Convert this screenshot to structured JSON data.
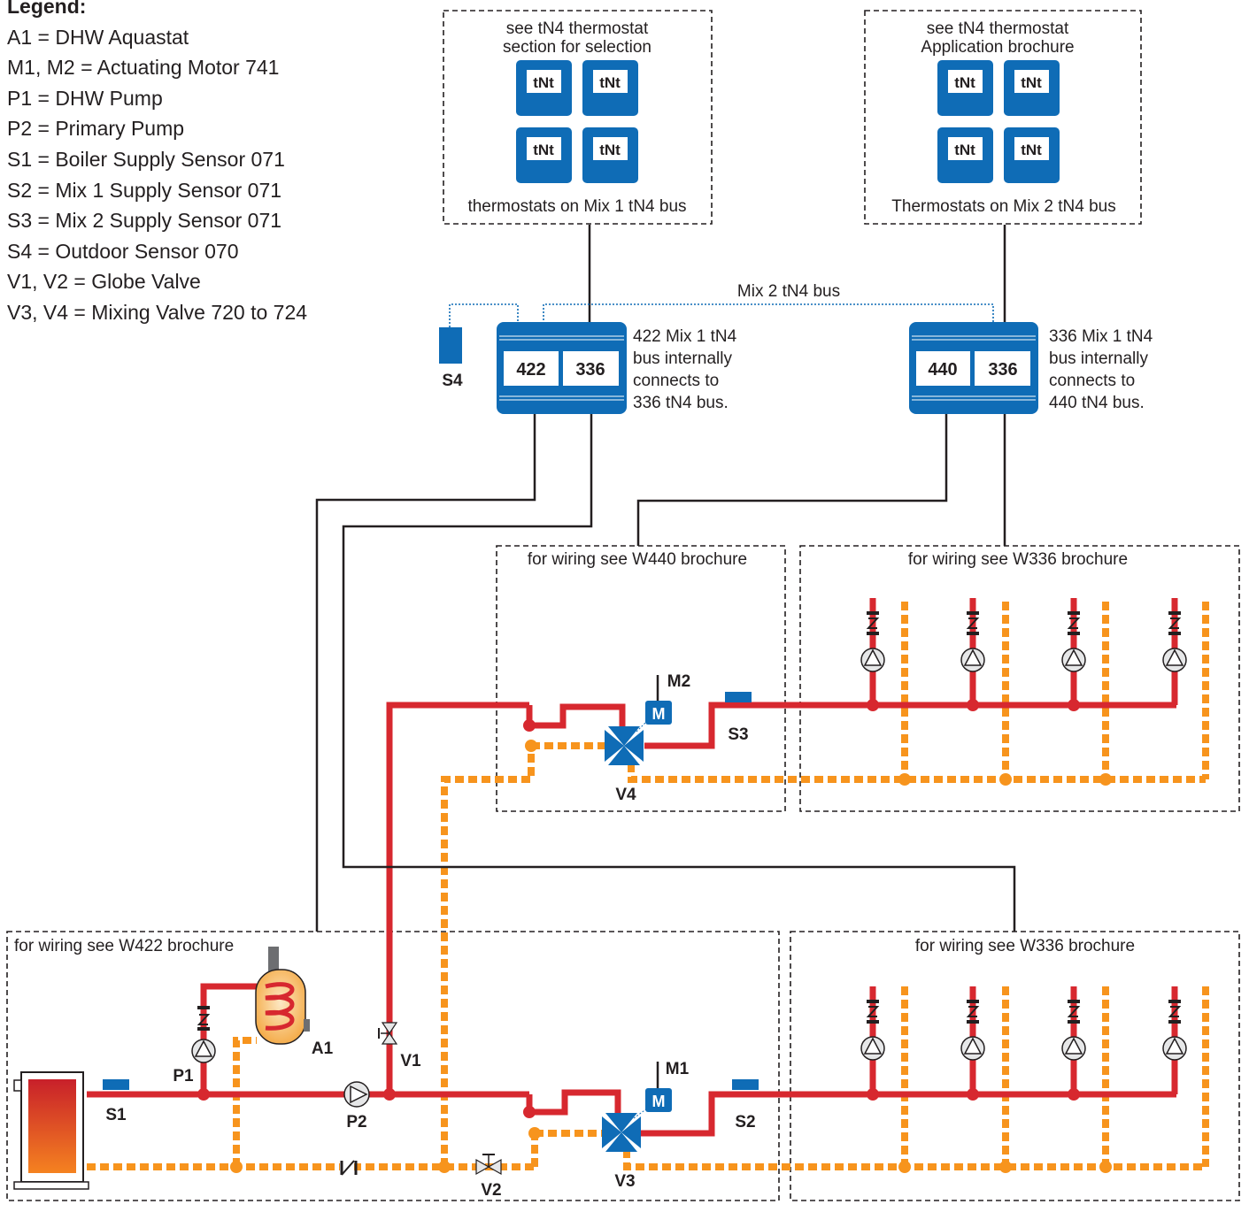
{
  "legend": {
    "title": "Legend:",
    "items": [
      "A1 = DHW Aquastat",
      "M1, M2 = Actuating Motor 741",
      "P1 = DHW Pump",
      "P2 = Primary Pump",
      "S1 = Boiler Supply Sensor 071",
      "S2 = Mix 1 Supply Sensor 071",
      "S3 = Mix 2 Supply Sensor 071",
      "S4 = Outdoor Sensor 070",
      "V1, V2 = Globe Valve",
      "V3, V4 = Mixing Valve 720 to 724"
    ]
  },
  "thermostat_box_1": {
    "line1": "see tN4 thermostat",
    "line2": "section for selection",
    "footer": "thermostats on Mix 1 tN4 bus"
  },
  "thermostat_box_2": {
    "line1": "see tN4 thermostat",
    "line2": "Application brochure",
    "footer": "Thermostats on Mix 2 tN4 bus"
  },
  "thermostat_label": "tNt",
  "bus_label": "Mix 2 tN4 bus",
  "control_1": {
    "left": "422",
    "right": "336",
    "note": [
      "422 Mix 1 tN4",
      "bus internally",
      "connects to",
      "336 tN4 bus."
    ]
  },
  "control_2": {
    "left": "440",
    "right": "336",
    "note": [
      "336 Mix 1 tN4",
      "bus internally",
      "connects to",
      "440 tN4 bus."
    ]
  },
  "wiring": {
    "w440": "for wiring see W440 brochure",
    "w336_top": "for wiring see W336 brochure",
    "w422": "for wiring see W422 brochure",
    "w336_bottom": "for wiring see W336 brochure"
  },
  "motor_letter": "M",
  "labels": {
    "S1": "S1",
    "S2": "S2",
    "S3": "S3",
    "S4": "S4",
    "P1": "P1",
    "P2": "P2",
    "M1": "M1",
    "M2": "M2",
    "V1": "V1",
    "V2": "V2",
    "V3": "V3",
    "V4": "V4",
    "A1": "A1"
  },
  "colors": {
    "supply": "#d7282f",
    "return": "#f7941d",
    "device": "#0f6cb6",
    "wire": "#231f20"
  }
}
